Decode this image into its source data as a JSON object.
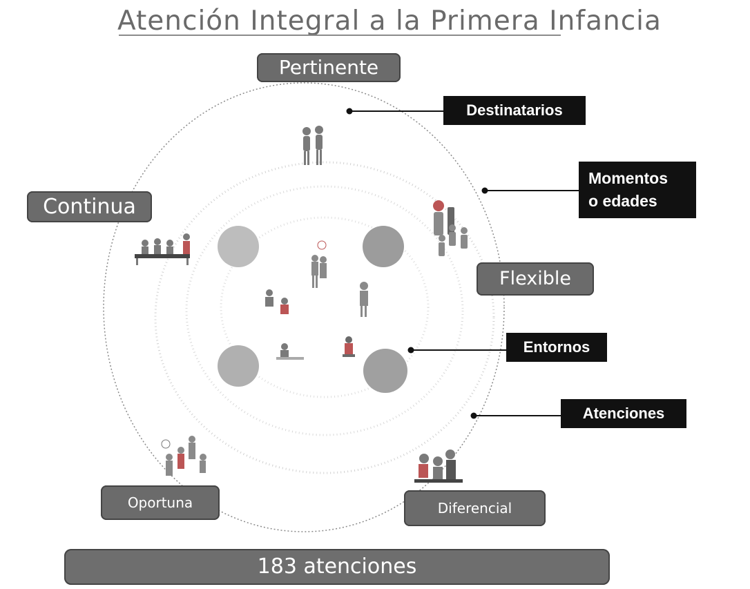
{
  "title": "Atención Integral a la Primera Infancia",
  "principles": {
    "pertinente": "Pertinente",
    "continua": "Continua",
    "flexible": "Flexible",
    "oportuna": "Oportuna",
    "diferencial": "Diferencial"
  },
  "labels": {
    "destinatarios": "Destinatarios",
    "momentos_line1": "Momentos",
    "momentos_line2": "o edades",
    "entornos": "Entornos",
    "atenciones": "Atenciones"
  },
  "footer": "183 atenciones",
  "colors": {
    "pill": "#6b6b6b",
    "tag": "#111111",
    "title": "#6a6a6a",
    "ring": "#9a9a9a"
  }
}
